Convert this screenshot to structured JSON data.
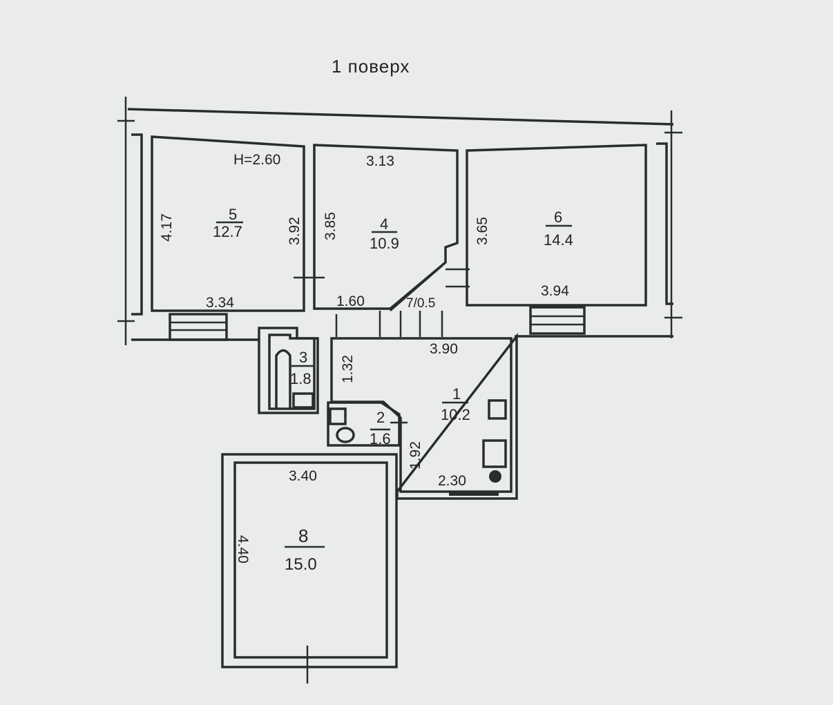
{
  "title": "1 поверх",
  "ceiling_height": "H=2.60",
  "rooms": [
    {
      "number": "1",
      "area": "10.2"
    },
    {
      "number": "2",
      "area": "1.6"
    },
    {
      "number": "3",
      "area": "1.8"
    },
    {
      "number": "4",
      "area": "10.9"
    },
    {
      "number": "5",
      "area": "12.7"
    },
    {
      "number": "6",
      "area": "14.4"
    },
    {
      "number": "8",
      "area": "15.0"
    }
  ],
  "dimensions": {
    "room5_left": "4.17",
    "room5_right": "3.92",
    "room5_bottom": "3.34",
    "room4_top": "3.13",
    "room4_left": "3.85",
    "room4_bottom": "1.60",
    "stair": "7/0.5",
    "room6_left": "3.65",
    "room6_bottom": "3.94",
    "room1_top": "3.90",
    "room1_bottom": "2.30",
    "room3_side": "1.32",
    "room2_side": "1.92",
    "room8_top": "3.40",
    "room8_left": "4.40"
  },
  "colors": {
    "paper": "#e9ecea",
    "ink": "#2a2d2e"
  }
}
